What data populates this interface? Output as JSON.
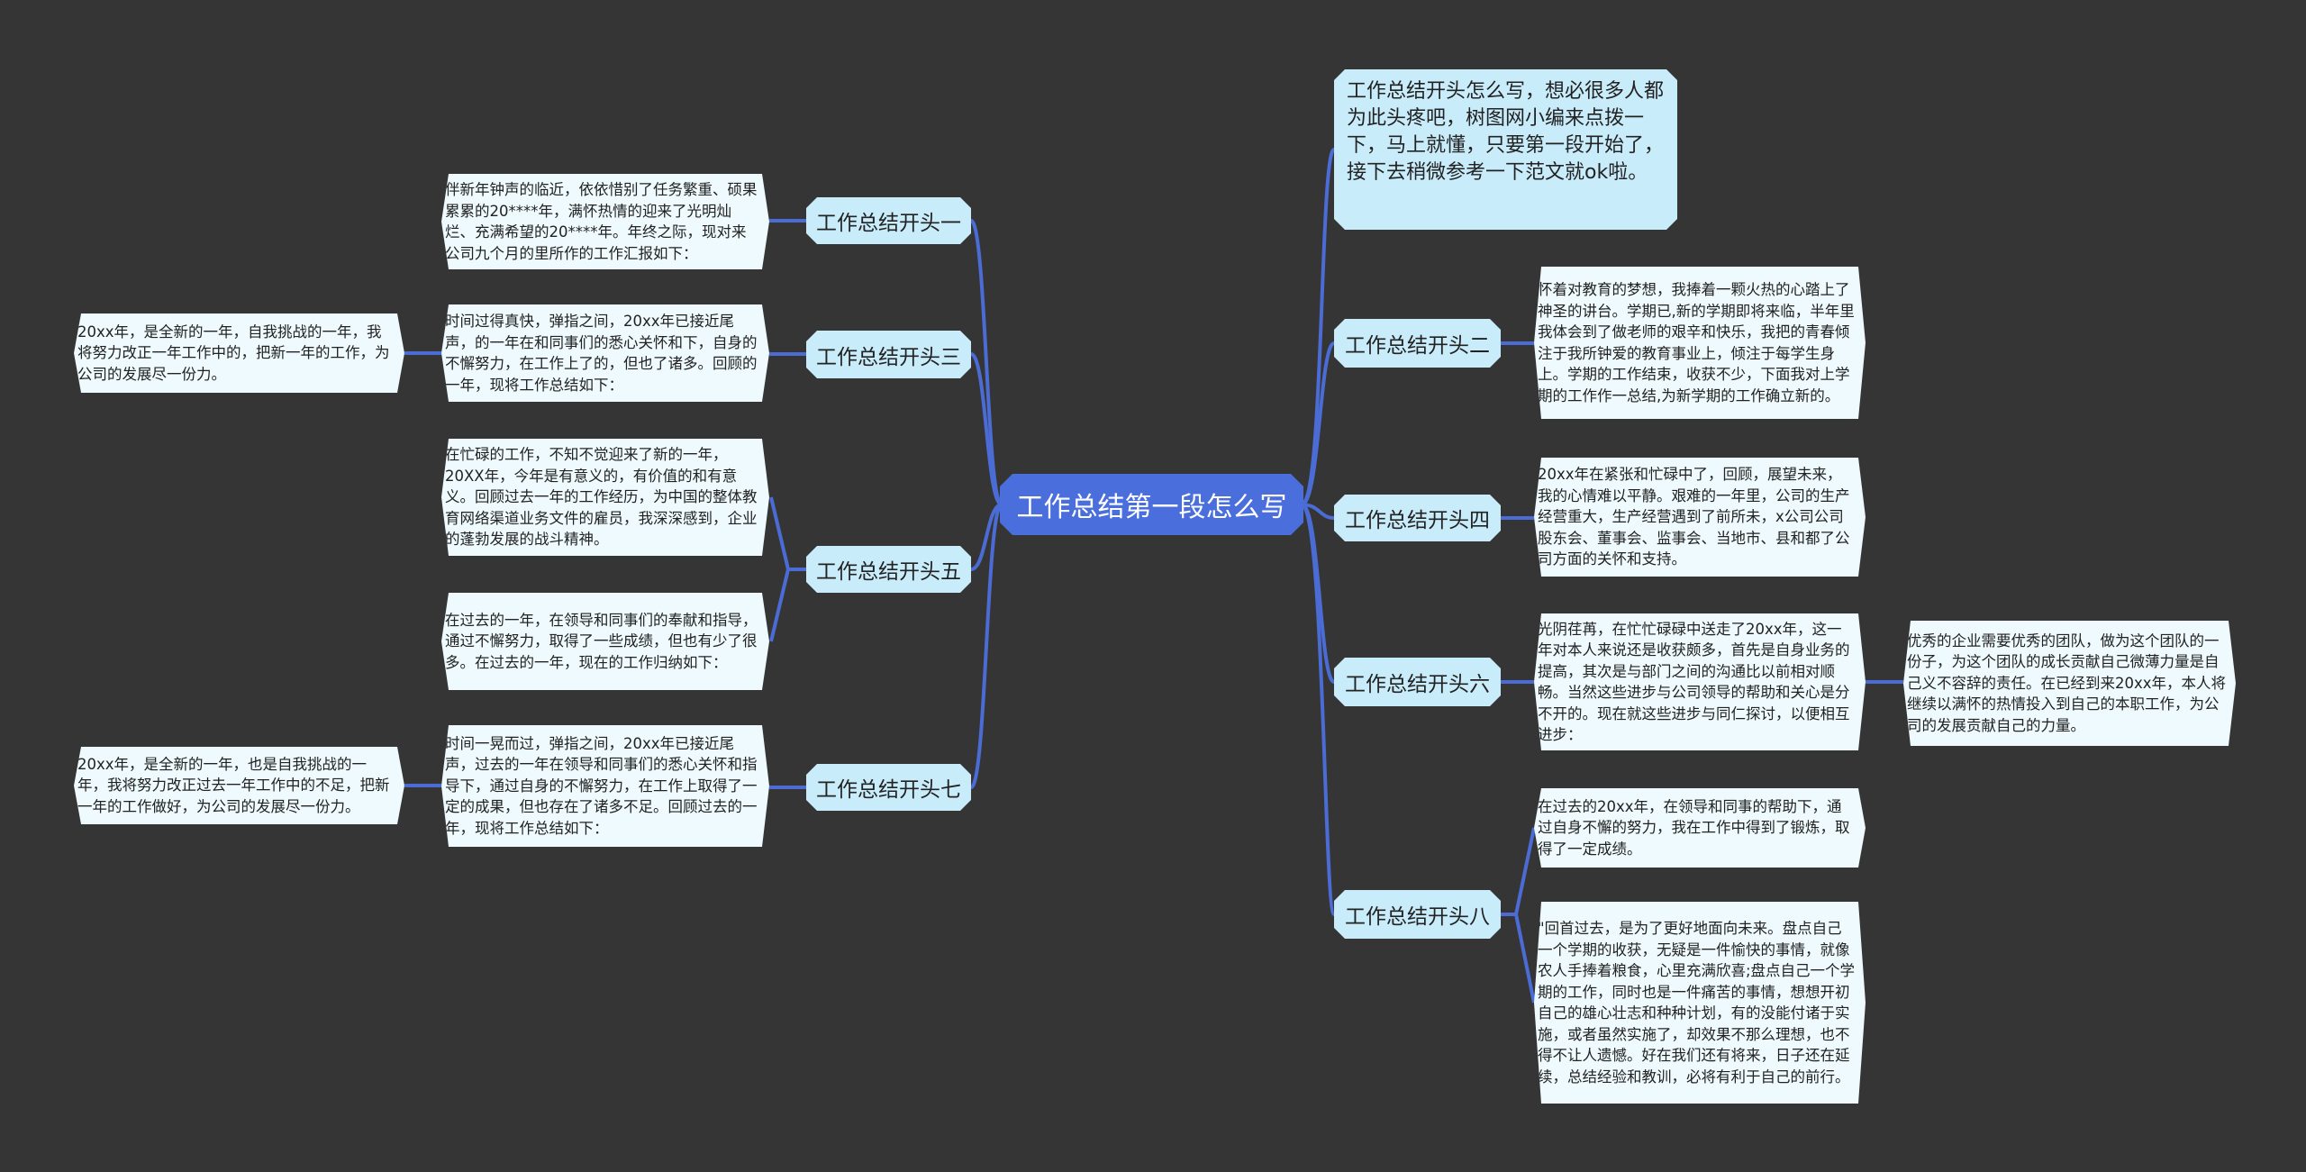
{
  "root": {
    "label": "工作总结第一段怎么写"
  },
  "intro": {
    "text": "工作总结开头怎么写，想必很多人都为此头疼吧，树图网小编来点拨一下，马上就懂，只要第一段开始了，接下去稍微参考一下范文就ok啦。"
  },
  "left": [
    {
      "label": "工作总结开头一",
      "children": [
        "伴新年钟声的临近，依依惜别了任务繁重、硕果累累的20****年，满怀热情的迎来了光明灿烂、充满希望的20****年。年终之际，现对来公司九个月的里所作的工作汇报如下："
      ]
    },
    {
      "label": "工作总结开头三",
      "children": [
        "时间过得真快，弹指之间，20xx年已接近尾声，的一年在和同事们的悉心关怀和下，自身的不懈努力，在工作上了的，但也了诸多。回顾的一年，现将工作总结如下："
      ],
      "grandchild": "20xx年，是全新的一年，自我挑战的一年，我将努力改正一年工作中的，把新一年的工作，为公司的发展尽一份力。"
    },
    {
      "label": "工作总结开头五",
      "children": [
        "在忙碌的工作，不知不觉迎来了新的一年，20XX年，今年是有意义的，有价值的和有意义。回顾过去一年的工作经历，为中国的整体教育网络渠道业务文件的雇员，我深深感到，企业的蓬勃发展的战斗精神。",
        "在过去的一年，在领导和同事们的奉献和指导，通过不懈努力，取得了一些成绩，但也有少了很多。在过去的一年，现在的工作归纳如下："
      ]
    },
    {
      "label": "工作总结开头七",
      "children": [
        "时间一晃而过，弹指之间，20xx年已接近尾声，过去的一年在领导和同事们的悉心关怀和指导下，通过自身的不懈努力，在工作上取得了一定的成果，但也存在了诸多不足。回顾过去的一年，现将工作总结如下："
      ],
      "grandchild": "20xx年，是全新的一年，也是自我挑战的一年，我将努力改正过去一年工作中的不足，把新一年的工作做好，为公司的发展尽一份力。"
    }
  ],
  "right": [
    {
      "label": "工作总结开头二",
      "children": [
        "怀着对教育的梦想，我捧着一颗火热的心踏上了神圣的讲台。学期已,新的学期即将来临，半年里我体会到了做老师的艰辛和快乐，我把的青春倾注于我所钟爱的教育事业上，倾注于每学生身上。学期的工作结束，收获不少，下面我对上学期的工作作一总结,为新学期的工作确立新的。"
      ]
    },
    {
      "label": "工作总结开头四",
      "children": [
        "20xx年在紧张和忙碌中了，回顾，展望未来，我的心情难以平静。艰难的一年里，公司的生产经营重大，生产经营遇到了前所未，x公司公司股东会、董事会、监事会、当地市、县和都了公司方面的关怀和支持。"
      ]
    },
    {
      "label": "工作总结开头六",
      "children": [
        "光阴荏苒，在忙忙碌碌中送走了20xx年，这一年对本人来说还是收获颇多，首先是自身业务的提高，其次是与部门之间的沟通比以前相对顺畅。当然这些进步与公司领导的帮助和关心是分不开的。现在就这些进步与同仁探讨，以便相互进步："
      ],
      "grandchild": "优秀的企业需要优秀的团队，做为这个团队的一份子，为这个团队的成长贡献自己微薄力量是自己义不容辞的责任。在已经到来20xx年，本人将继续以满怀的热情投入到自己的本职工作，为公司的发展贡献自己的力量。"
    },
    {
      "label": "工作总结开头八",
      "children": [
        "在过去的20xx年，在领导和同事的帮助下，通过自身不懈的努力，我在工作中得到了锻炼，取得了一定成绩。",
        "\"回首过去，是为了更好地面向未来。盘点自己一个学期的收获，无疑是一件愉快的事情，就像农人手捧着粮食，心里充满欣喜;盘点自己一个学期的工作，同时也是一件痛苦的事情，想想开初自己的雄心壮志和种种计划，有的没能付诸于实施，或者虽然实施了，却效果不那么理想，也不得不让人遗憾。好在我们还有将来，日子还在延续，总结经验和教训，必将有利于自己的前行。"
      ]
    }
  ],
  "colors": {
    "background": "#363536",
    "root": "#4a6fdc",
    "branch": "#c9ecfb",
    "leaf": "#eefafd",
    "line": "#4a6cd4"
  }
}
